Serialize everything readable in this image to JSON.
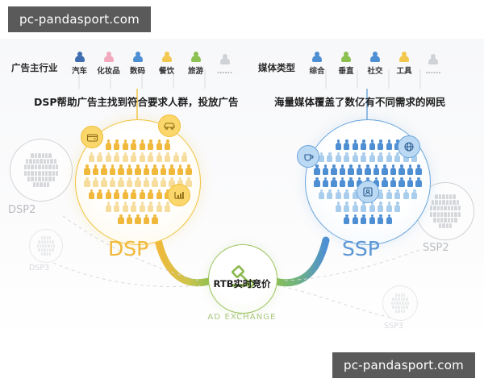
{
  "watermarks": {
    "top": "pc-pandasport.com",
    "bottom": "pc-pandasport.com"
  },
  "left_panel": {
    "category_title": "广告主行业",
    "categories": [
      {
        "label": "汽车",
        "color": "#3f6fb0"
      },
      {
        "label": "化妆品",
        "color": "#f2a9bd"
      },
      {
        "label": "数码",
        "color": "#4e8fd4"
      },
      {
        "label": "餐饮",
        "color": "#f3c84e"
      },
      {
        "label": "旅游",
        "color": "#8cc152"
      },
      {
        "label": "……",
        "color": "#cfd2d6"
      }
    ],
    "tagline": "DSP帮助广告主找到符合要求人群，投放广告",
    "brand": "DSP",
    "brand_color": "#f0b93c",
    "badges": [
      "wallet-icon",
      "car-icon",
      "chart-signal-icon"
    ],
    "satellites": [
      {
        "label": "DSP2",
        "faint": false
      },
      {
        "label": "DSP3",
        "faint": true
      }
    ]
  },
  "right_panel": {
    "category_title": "媒体类型",
    "categories": [
      {
        "label": "综合",
        "color": "#4e8fd4"
      },
      {
        "label": "垂直",
        "color": "#8cc152"
      },
      {
        "label": "社交",
        "color": "#4e8fd4"
      },
      {
        "label": "工具",
        "color": "#f3c84e"
      },
      {
        "label": "……",
        "color": "#cfd2d6"
      }
    ],
    "tagline": "海量媒体覆盖了数亿有不同需求的网民",
    "brand": "SSP",
    "brand_color": "#5b96d4",
    "badges": [
      "cup-icon",
      "globe-icon",
      "user-screen-icon"
    ],
    "satellites": [
      {
        "label": "SSP2",
        "faint": false
      },
      {
        "label": "SSP3",
        "faint": true
      }
    ]
  },
  "center": {
    "icon": "gavel-icon",
    "label": "RTB实时竞价",
    "subtitle": "AD EXCHANGE",
    "ring_color": "#9cc35c"
  },
  "palette": {
    "gold": "#f0b93c",
    "blue": "#5b96d4",
    "green": "#9cc35c",
    "background": "#f7f8fa"
  }
}
